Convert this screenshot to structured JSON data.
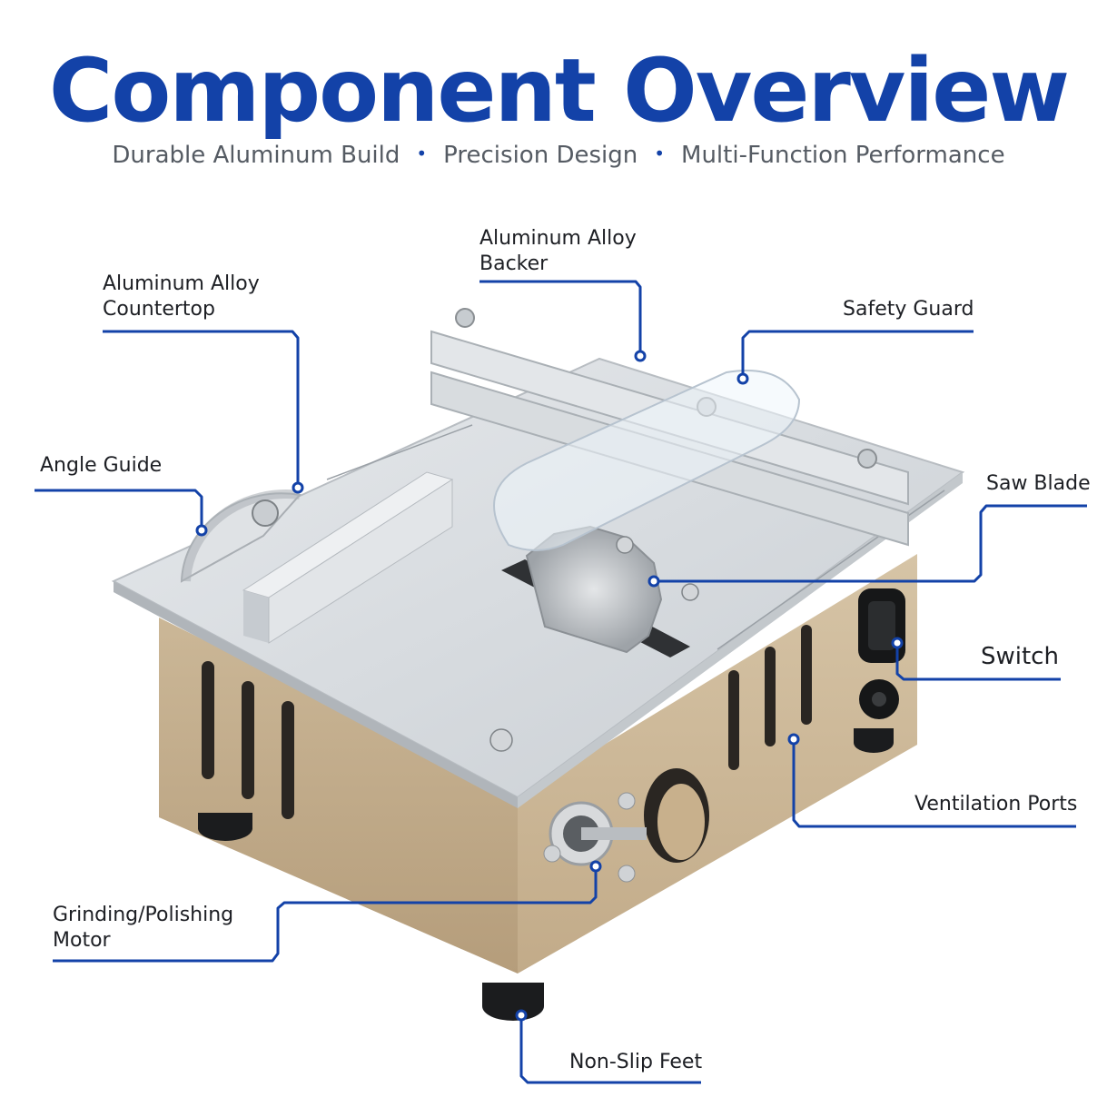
{
  "title": "Component Overview",
  "subtitle": {
    "items": [
      "Durable Aluminum Build",
      "Precision Design",
      "Multi-Function Performance"
    ],
    "separator": "•"
  },
  "labels": {
    "backer_line1": "Aluminum Alloy",
    "backer_line2": "Backer",
    "countertop_line1": "Aluminum Alloy",
    "countertop_line2": "Countertop",
    "safety_guard": "Safety Guard",
    "angle_guide": "Angle Guide",
    "saw_blade": "Saw Blade",
    "switch": "Switch",
    "ventilation_ports": "Ventilation Ports",
    "motor_line1": "Grinding/Polishing",
    "motor_line2": "Motor",
    "non_slip_feet": "Non-Slip Feet"
  },
  "colors": {
    "accent": "#1342a8",
    "body": "#cdb89a",
    "aluminum": "#d9dde1"
  }
}
